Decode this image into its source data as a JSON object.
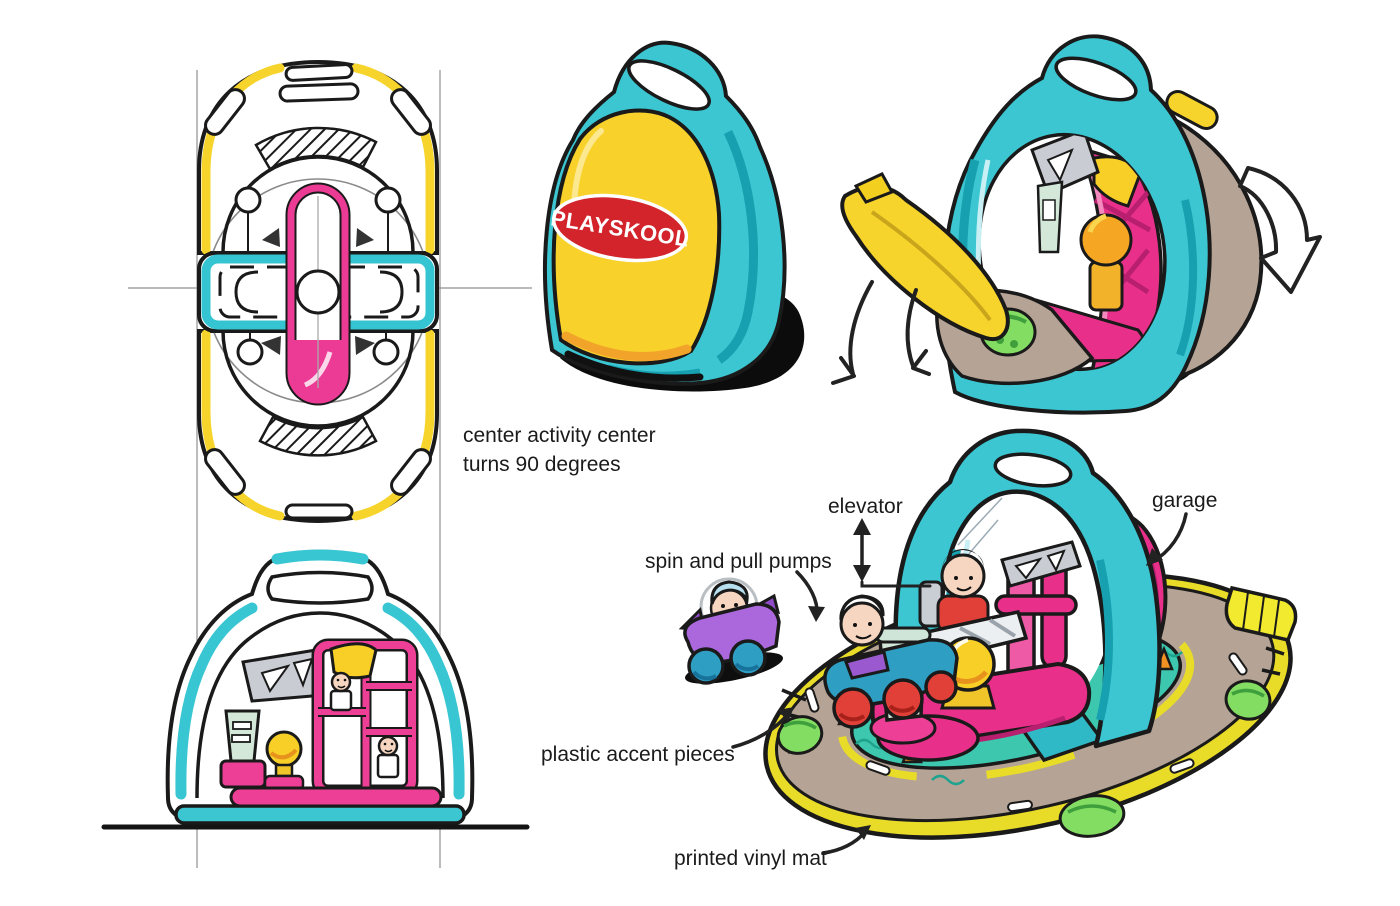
{
  "logo": {
    "text": "PLAYSKOOL"
  },
  "annotations": {
    "center_note_line1": "center activity center",
    "center_note_line2": "turns 90 degrees",
    "elevator": "elevator",
    "garage": "garage",
    "pumps": "spin and pull pumps",
    "accents": "plastic accent pieces",
    "mat": "printed vinyl mat"
  },
  "colors": {
    "teal": "#3cc6d2",
    "teal_dark": "#17a0b0",
    "yellow_case": "#f8d12b",
    "yellow_mat": "#e8dc28",
    "magenta": "#e8308a",
    "magenta_light": "#f489bd",
    "logo_red": "#d3232b",
    "road_tan": "#b5a495",
    "grass_teal": "#3cc7ae",
    "accent_green": "#84dd63",
    "cone_orange": "#f29123",
    "pump_mint": "#d4e8da",
    "car_purple": "#ab68dd",
    "car_blue": "#2e9ec2",
    "wheel_red": "#e04038",
    "skin": "#f6d6c0",
    "ramp_gray": "#c9cdd3",
    "ink": "#1a1a1a"
  }
}
